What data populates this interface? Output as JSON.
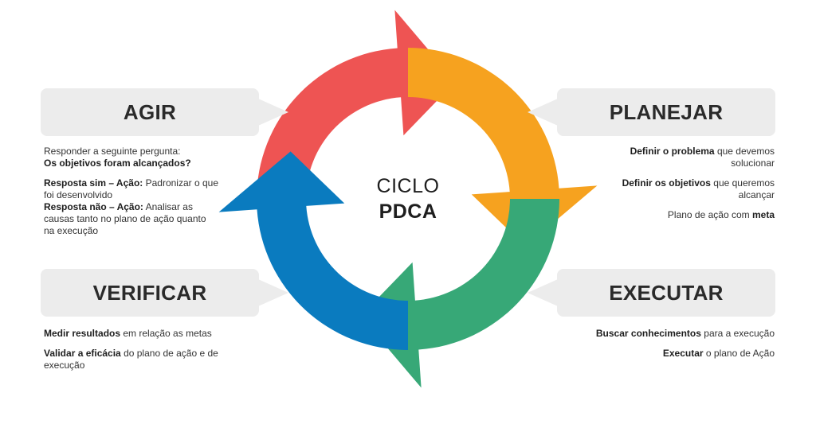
{
  "colors": {
    "agir": "#ee5453",
    "planejar": "#f6a21f",
    "executar": "#37a877",
    "verificar": "#0a7bbf",
    "box": "#ececec"
  },
  "center": {
    "line1": "CICLO",
    "line2": "PDCA"
  },
  "agir": {
    "title": "AGIR",
    "q_intro": "Responder a seguinte pergunta:",
    "q_bold": "Os objetivos foram alcançados?",
    "sim_bold": "Resposta sim – Ação:",
    "sim_text": " Padronizar o que foi desenvolvido",
    "nao_bold": "Resposta não – Ação:",
    "nao_text": " Analisar as causas tanto no plano de ação quanto na execução"
  },
  "planejar": {
    "title": "PLANEJAR",
    "i1_bold": "Definir o problema",
    "i1_text": " que devemos solucionar",
    "i2_bold": "Definir os objetivos",
    "i2_text": " que queremos alcançar",
    "i3_text": "Plano de ação com ",
    "i3_bold": "meta"
  },
  "verificar": {
    "title": "VERIFICAR",
    "i1_bold": "Medir resultados",
    "i1_text": " em relação as metas",
    "i2_bold": "Validar a eficácia",
    "i2_text": " do plano de ação e de execução"
  },
  "executar": {
    "title": "EXECUTAR",
    "i1_bold": "Buscar conhecimentos",
    "i1_text": " para a execução",
    "i2_bold": "Executar",
    "i2_text": " o plano de Ação"
  }
}
